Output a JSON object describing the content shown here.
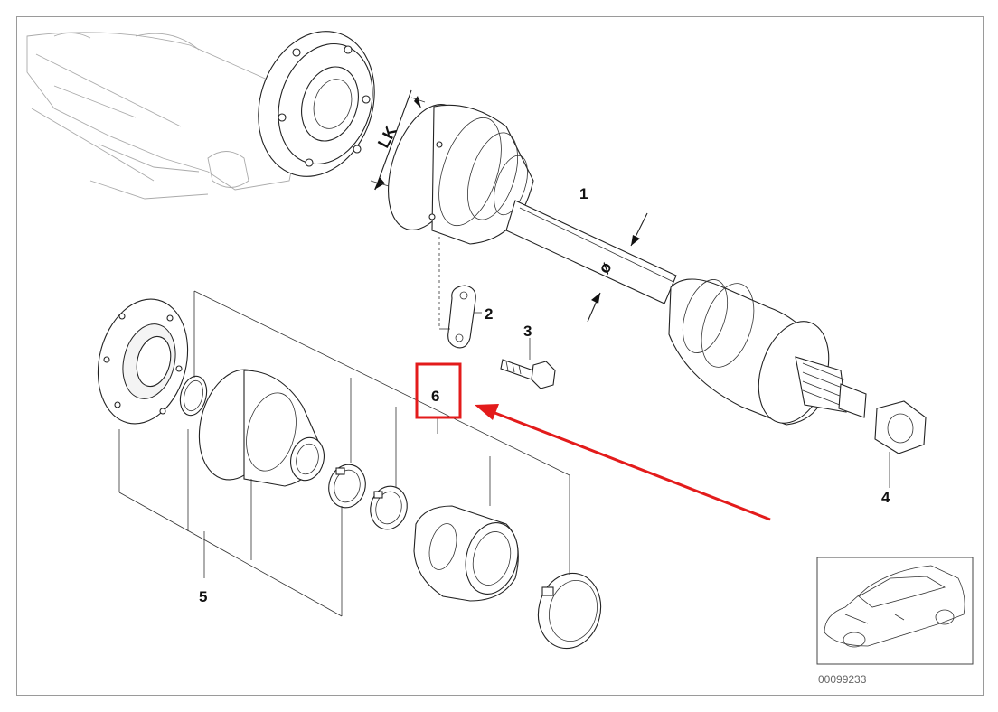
{
  "diagram": {
    "part_labels": [
      {
        "id": "1",
        "text": "1"
      },
      {
        "id": "2",
        "text": "2"
      },
      {
        "id": "3",
        "text": "3"
      },
      {
        "id": "4",
        "text": "4"
      },
      {
        "id": "5",
        "text": "5"
      },
      {
        "id": "6",
        "text": "6"
      }
    ],
    "dimension_labels": {
      "lk": "LK",
      "diameter": "ø"
    },
    "reference_number": "00099233",
    "highlight": {
      "target_part": "6",
      "highlight_color": "#e31b1b"
    },
    "thumbnail_icon": "car-sedan-icon"
  }
}
